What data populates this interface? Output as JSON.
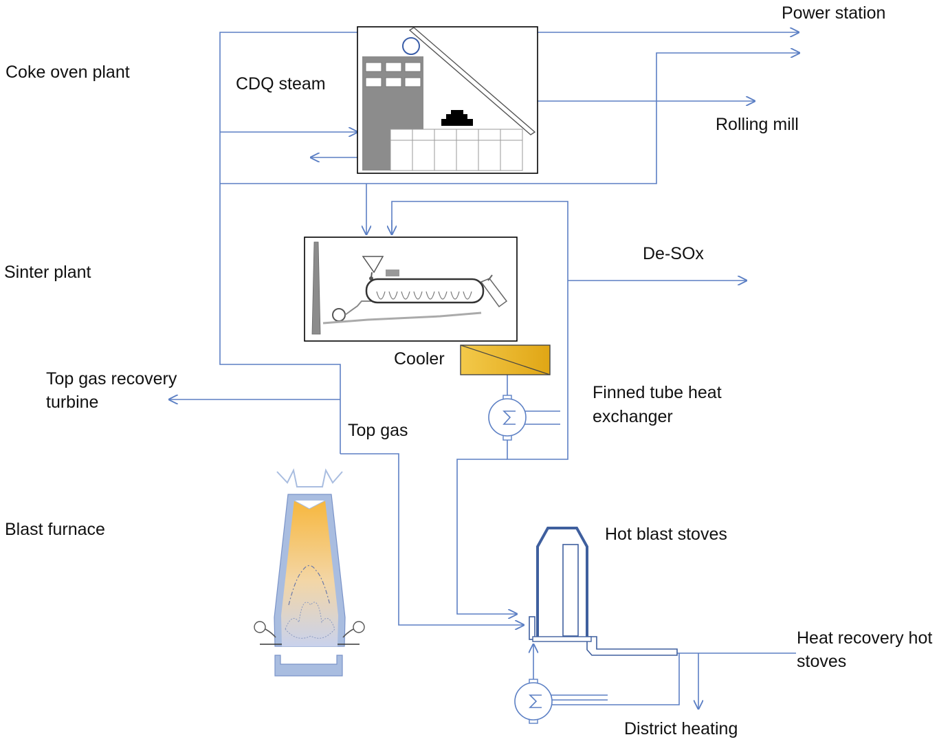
{
  "labels": {
    "coke_oven_plant": "Coke oven plant",
    "cdq_steam": "CDQ steam",
    "power_station": "Power station",
    "rolling_mill": "Rolling mill",
    "sinter_plant": "Sinter plant",
    "de_sox": "De-SOx",
    "cooler": "Cooler",
    "top_gas_recovery_line1": "Top gas recovery",
    "top_gas_recovery_line2": "turbine",
    "finned_tube_line1": "Finned tube heat",
    "finned_tube_line2": "exchanger",
    "top_gas": "Top gas",
    "blast_furnace": "Blast furnace",
    "hot_blast_stoves": "Hot blast stoves",
    "heat_recovery_line1": "Heat recovery hot",
    "heat_recovery_line2": "stoves",
    "district_heating": "District heating"
  },
  "colors": {
    "flow_line": "#5b7fc4",
    "cooler_fill": "#e9b21e",
    "furnace_outline": "#a9bde0",
    "stove_outline": "#3f5f9e",
    "plant_gray": "#8c8c8c"
  }
}
